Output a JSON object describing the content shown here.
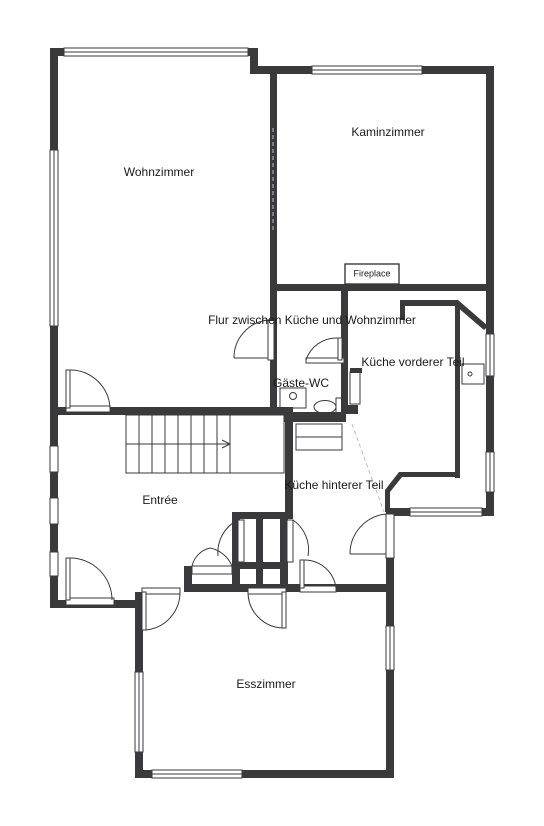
{
  "rooms": {
    "wohnzimmer": "Wohnzimmer",
    "kaminzimmer": "Kaminzimmer",
    "fireplace": "Fireplace",
    "flur": "Flur zwischen Küche und Wohnzimmer",
    "kueche_vorderer": "Küche vorderer Teil",
    "gaeste_wc": "Gäste-WC",
    "kueche_hinterer": "Küche hinterer Teil",
    "entree": "Entrée",
    "esszimmer": "Esszimmer"
  },
  "colors": {
    "wall": "#3a3a3c",
    "background": "#ffffff",
    "text": "#1a1a1a"
  }
}
